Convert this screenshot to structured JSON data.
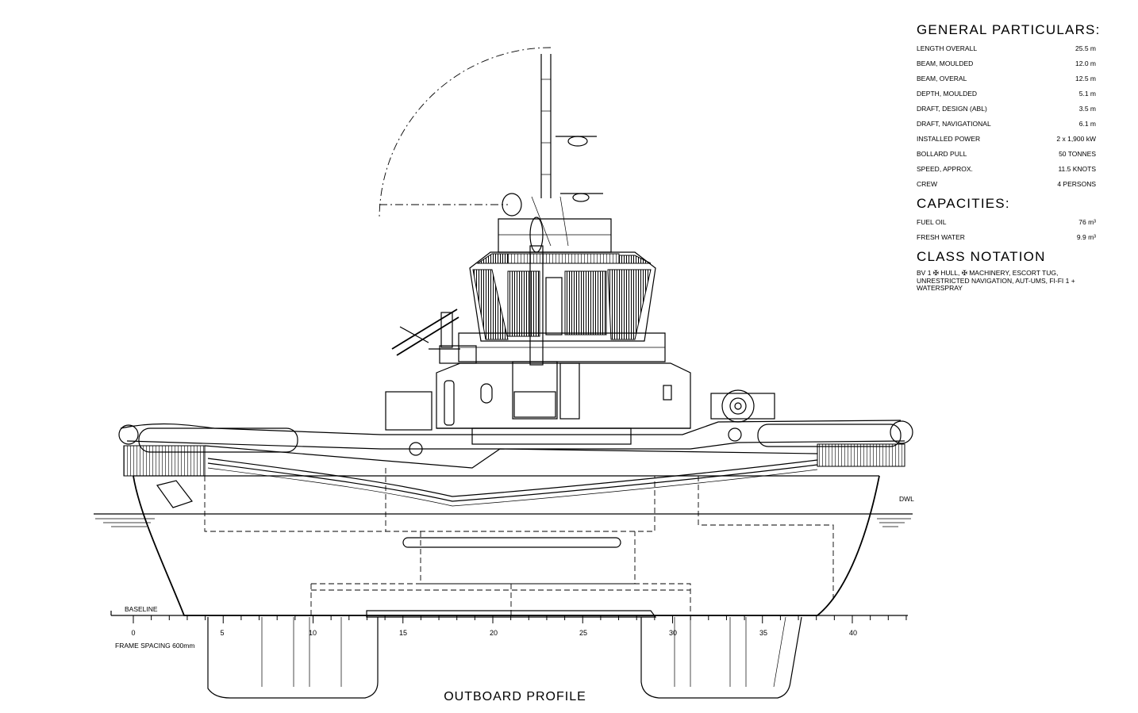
{
  "general_particulars": {
    "title": "GENERAL PARTICULARS:",
    "rows": [
      {
        "label": "LENGTH OVERALL",
        "value": "25.5 m"
      },
      {
        "label": "BEAM, MOULDED",
        "value": "12.0 m"
      },
      {
        "label": "BEAM, OVERAL",
        "value": "12.5 m"
      },
      {
        "label": "DEPTH, MOULDED",
        "value": "5.1 m"
      },
      {
        "label": "DRAFT, DESIGN (ABL)",
        "value": "3.5 m"
      },
      {
        "label": "DRAFT, NAVIGATIONAL",
        "value": "6.1 m"
      },
      {
        "label": "INSTALLED POWER",
        "value": "2 x 1,900 kW"
      },
      {
        "label": "BOLLARD PULL",
        "value": "50 TONNES"
      },
      {
        "label": "SPEED, APPROX.",
        "value": "11.5 KNOTS"
      },
      {
        "label": "CREW",
        "value": "4 PERSONS"
      }
    ]
  },
  "capacities": {
    "title": "CAPACITIES:",
    "rows": [
      {
        "label": "FUEL OIL",
        "value": "76 m³"
      },
      {
        "label": "FRESH WATER",
        "value": "9.9 m³"
      }
    ]
  },
  "class_notation": {
    "title": "CLASS NOTATION",
    "text": "BV 1 ✠ HULL, ✠ MACHINERY, ESCORT TUG, UNRESTRICTED NAVIGATION, AUT-UMS, FI-FI 1 + WATERSPRAY"
  },
  "drawing": {
    "title": "OUTBOARD PROFILE",
    "dwl_label": "DWL",
    "baseline_label": "BASELINE",
    "frame_spacing_label": "FRAME SPACING 600mm",
    "frame_ticks": [
      "0",
      "5",
      "10",
      "15",
      "20",
      "25",
      "30",
      "35",
      "40"
    ]
  }
}
